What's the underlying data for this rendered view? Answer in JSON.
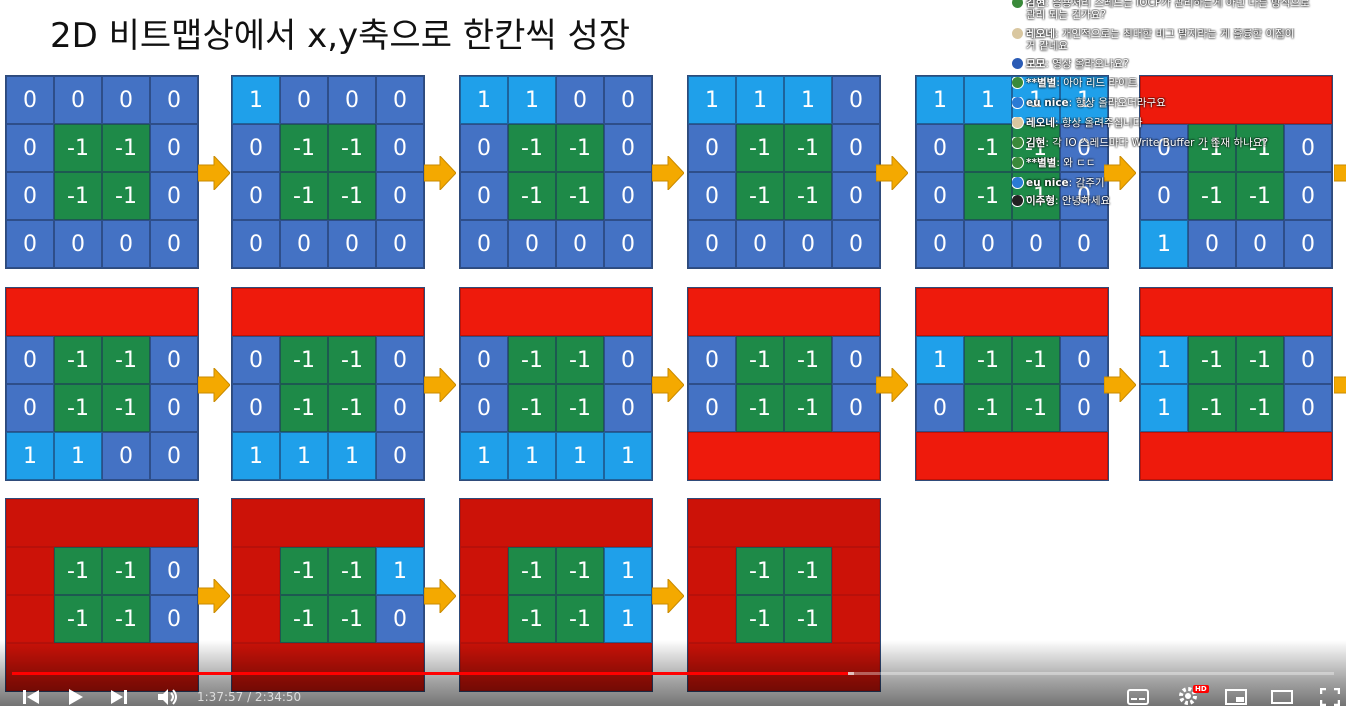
{
  "slide": {
    "title": "2D 비트맵상에서 x,y축으로 한칸씩 성장"
  },
  "colors": {
    "blue": "#4472c4",
    "light_blue": "#1fa0ea",
    "green": "#1e8a48",
    "red": "#ee1a0c",
    "arrow": "#f4a900"
  },
  "cell_legend": {
    "b": "blue cell",
    "l": "light-blue cell",
    "g": "green cell",
    "r": "red cell"
  },
  "steps": [
    {
      "rows": [
        [
          [
            "0",
            "b"
          ],
          [
            "0",
            "b"
          ],
          [
            "0",
            "b"
          ],
          [
            "0",
            "b"
          ]
        ],
        [
          [
            "0",
            "b"
          ],
          [
            "-1",
            "g"
          ],
          [
            "-1",
            "g"
          ],
          [
            "0",
            "b"
          ]
        ],
        [
          [
            "0",
            "b"
          ],
          [
            "-1",
            "g"
          ],
          [
            "-1",
            "g"
          ],
          [
            "0",
            "b"
          ]
        ],
        [
          [
            "0",
            "b"
          ],
          [
            "0",
            "b"
          ],
          [
            "0",
            "b"
          ],
          [
            "0",
            "b"
          ]
        ]
      ]
    },
    {
      "rows": [
        [
          [
            "1",
            "l"
          ],
          [
            "0",
            "b"
          ],
          [
            "0",
            "b"
          ],
          [
            "0",
            "b"
          ]
        ],
        [
          [
            "0",
            "b"
          ],
          [
            "-1",
            "g"
          ],
          [
            "-1",
            "g"
          ],
          [
            "0",
            "b"
          ]
        ],
        [
          [
            "0",
            "b"
          ],
          [
            "-1",
            "g"
          ],
          [
            "-1",
            "g"
          ],
          [
            "0",
            "b"
          ]
        ],
        [
          [
            "0",
            "b"
          ],
          [
            "0",
            "b"
          ],
          [
            "0",
            "b"
          ],
          [
            "0",
            "b"
          ]
        ]
      ]
    },
    {
      "rows": [
        [
          [
            "1",
            "l"
          ],
          [
            "1",
            "l"
          ],
          [
            "0",
            "b"
          ],
          [
            "0",
            "b"
          ]
        ],
        [
          [
            "0",
            "b"
          ],
          [
            "-1",
            "g"
          ],
          [
            "-1",
            "g"
          ],
          [
            "0",
            "b"
          ]
        ],
        [
          [
            "0",
            "b"
          ],
          [
            "-1",
            "g"
          ],
          [
            "-1",
            "g"
          ],
          [
            "0",
            "b"
          ]
        ],
        [
          [
            "0",
            "b"
          ],
          [
            "0",
            "b"
          ],
          [
            "0",
            "b"
          ],
          [
            "0",
            "b"
          ]
        ]
      ]
    },
    {
      "rows": [
        [
          [
            "1",
            "l"
          ],
          [
            "1",
            "l"
          ],
          [
            "1",
            "l"
          ],
          [
            "0",
            "b"
          ]
        ],
        [
          [
            "0",
            "b"
          ],
          [
            "-1",
            "g"
          ],
          [
            "-1",
            "g"
          ],
          [
            "0",
            "b"
          ]
        ],
        [
          [
            "0",
            "b"
          ],
          [
            "-1",
            "g"
          ],
          [
            "-1",
            "g"
          ],
          [
            "0",
            "b"
          ]
        ],
        [
          [
            "0",
            "b"
          ],
          [
            "0",
            "b"
          ],
          [
            "0",
            "b"
          ],
          [
            "0",
            "b"
          ]
        ]
      ]
    },
    {
      "rows": [
        [
          [
            "1",
            "l"
          ],
          [
            "1",
            "l"
          ],
          [
            "1",
            "l"
          ],
          [
            "1",
            "l"
          ]
        ],
        [
          [
            "0",
            "b"
          ],
          [
            "-1",
            "g"
          ],
          [
            "-1",
            "g"
          ],
          [
            "0",
            "b"
          ]
        ],
        [
          [
            "0",
            "b"
          ],
          [
            "-1",
            "g"
          ],
          [
            "-1",
            "g"
          ],
          [
            "0",
            "b"
          ]
        ],
        [
          [
            "0",
            "b"
          ],
          [
            "0",
            "b"
          ],
          [
            "0",
            "b"
          ],
          [
            "0",
            "b"
          ]
        ]
      ]
    },
    {
      "rows": [
        "RED",
        [
          [
            "0",
            "b"
          ],
          [
            "-1",
            "g"
          ],
          [
            "-1",
            "g"
          ],
          [
            "0",
            "b"
          ]
        ],
        [
          [
            "0",
            "b"
          ],
          [
            "-1",
            "g"
          ],
          [
            "-1",
            "g"
          ],
          [
            "0",
            "b"
          ]
        ],
        [
          [
            "1",
            "l"
          ],
          [
            "0",
            "b"
          ],
          [
            "0",
            "b"
          ],
          [
            "0",
            "b"
          ]
        ]
      ]
    },
    {
      "rows": [
        "RED",
        [
          [
            "0",
            "b"
          ],
          [
            "-1",
            "g"
          ],
          [
            "-1",
            "g"
          ],
          [
            "0",
            "b"
          ]
        ],
        [
          [
            "0",
            "b"
          ],
          [
            "-1",
            "g"
          ],
          [
            "-1",
            "g"
          ],
          [
            "0",
            "b"
          ]
        ],
        [
          [
            "1",
            "l"
          ],
          [
            "1",
            "l"
          ],
          [
            "0",
            "b"
          ],
          [
            "0",
            "b"
          ]
        ]
      ]
    },
    {
      "rows": [
        "RED",
        [
          [
            "0",
            "b"
          ],
          [
            "-1",
            "g"
          ],
          [
            "-1",
            "g"
          ],
          [
            "0",
            "b"
          ]
        ],
        [
          [
            "0",
            "b"
          ],
          [
            "-1",
            "g"
          ],
          [
            "-1",
            "g"
          ],
          [
            "0",
            "b"
          ]
        ],
        [
          [
            "1",
            "l"
          ],
          [
            "1",
            "l"
          ],
          [
            "1",
            "l"
          ],
          [
            "0",
            "b"
          ]
        ]
      ]
    },
    {
      "rows": [
        "RED",
        [
          [
            "0",
            "b"
          ],
          [
            "-1",
            "g"
          ],
          [
            "-1",
            "g"
          ],
          [
            "0",
            "b"
          ]
        ],
        [
          [
            "0",
            "b"
          ],
          [
            "-1",
            "g"
          ],
          [
            "-1",
            "g"
          ],
          [
            "0",
            "b"
          ]
        ],
        [
          [
            "1",
            "l"
          ],
          [
            "1",
            "l"
          ],
          [
            "1",
            "l"
          ],
          [
            "1",
            "l"
          ]
        ]
      ]
    },
    {
      "rows": [
        "RED",
        [
          [
            "0",
            "b"
          ],
          [
            "-1",
            "g"
          ],
          [
            "-1",
            "g"
          ],
          [
            "0",
            "b"
          ]
        ],
        [
          [
            "0",
            "b"
          ],
          [
            "-1",
            "g"
          ],
          [
            "-1",
            "g"
          ],
          [
            "0",
            "b"
          ]
        ],
        "RED"
      ]
    },
    {
      "rows": [
        "RED",
        [
          [
            "1",
            "l"
          ],
          [
            "-1",
            "g"
          ],
          [
            "-1",
            "g"
          ],
          [
            "0",
            "b"
          ]
        ],
        [
          [
            "0",
            "b"
          ],
          [
            "-1",
            "g"
          ],
          [
            "-1",
            "g"
          ],
          [
            "0",
            "b"
          ]
        ],
        "RED"
      ]
    },
    {
      "rows": [
        "RED",
        [
          [
            "1",
            "l"
          ],
          [
            "-1",
            "g"
          ],
          [
            "-1",
            "g"
          ],
          [
            "0",
            "b"
          ]
        ],
        [
          [
            "1",
            "l"
          ],
          [
            "-1",
            "g"
          ],
          [
            "-1",
            "g"
          ],
          [
            "0",
            "b"
          ]
        ],
        "RED"
      ]
    },
    {
      "rows": [
        "RED",
        [
          [
            "",
            "r"
          ],
          [
            "-1",
            "g"
          ],
          [
            "-1",
            "g"
          ],
          [
            "0",
            "b"
          ]
        ],
        [
          [
            "",
            "r"
          ],
          [
            "-1",
            "g"
          ],
          [
            "-1",
            "g"
          ],
          [
            "0",
            "b"
          ]
        ],
        "RED"
      ]
    },
    {
      "rows": [
        "RED",
        [
          [
            "",
            "r"
          ],
          [
            "-1",
            "g"
          ],
          [
            "-1",
            "g"
          ],
          [
            "1",
            "l"
          ]
        ],
        [
          [
            "",
            "r"
          ],
          [
            "-1",
            "g"
          ],
          [
            "-1",
            "g"
          ],
          [
            "0",
            "b"
          ]
        ],
        "RED"
      ]
    },
    {
      "rows": [
        "RED",
        [
          [
            "",
            "r"
          ],
          [
            "-1",
            "g"
          ],
          [
            "-1",
            "g"
          ],
          [
            "1",
            "l"
          ]
        ],
        [
          [
            "",
            "r"
          ],
          [
            "-1",
            "g"
          ],
          [
            "-1",
            "g"
          ],
          [
            "1",
            "l"
          ]
        ],
        "RED"
      ]
    },
    {
      "rows": [
        "RED",
        [
          [
            "",
            "r"
          ],
          [
            "-1",
            "g"
          ],
          [
            "-1",
            "g"
          ],
          [
            "",
            "r"
          ]
        ],
        [
          [
            "",
            "r"
          ],
          [
            "-1",
            "g"
          ],
          [
            "-1",
            "g"
          ],
          [
            "",
            "r"
          ]
        ],
        "RED"
      ]
    }
  ],
  "chat": [
    {
      "name": "김현",
      "message": "응용처리 스레드는 IOCP가 관리하는게 아닌 다른 방식으로",
      "avatar": "#3a8a3a"
    },
    {
      "name": "",
      "message": "관리 되는 건가요?",
      "avatar": ""
    },
    {
      "name": "레오네",
      "message": "개인적으로는 최대한 비그 발지라는 게 훌륭한 이점이",
      "avatar": "#d9c7a0"
    },
    {
      "name": "",
      "message": "거 같네요",
      "avatar": ""
    },
    {
      "name": "모모",
      "message": "영상 올라오나요?",
      "avatar": "#2a5bb5"
    },
    {
      "name": "**별별",
      "message": "아아 리드 라이트",
      "avatar": "#3a8a3a"
    },
    {
      "name": "eu nice",
      "message": "항상 올라오더라구요",
      "avatar": "#2a7ad5"
    },
    {
      "name": "레오네",
      "message": "항상 올려주십니다",
      "avatar": "#d9c7a0"
    },
    {
      "name": "김현",
      "message": "각 IO 스레드마다 Write Buffer 가 존재 하나요?",
      "avatar": "#3a8a3a"
    },
    {
      "name": "**별별",
      "message": "와 ㄷㄷ",
      "avatar": "#3a8a3a"
    },
    {
      "name": "eu nice",
      "message": "감주기",
      "avatar": "#2a7ad5"
    },
    {
      "name": "이주형",
      "message": "안녕하세요",
      "avatar": "#222222"
    }
  ],
  "player": {
    "current_time": "1:37:57",
    "duration": "2:34:50",
    "time_text": "1:37:57 / 2:34:50",
    "progress_fraction": 0.632,
    "hd_badge": "HD",
    "icons": [
      "skip-back-icon",
      "play-icon",
      "skip-next-icon",
      "volume-icon",
      "subtitles-icon",
      "settings-icon",
      "miniplayer-icon",
      "theater-icon",
      "fullscreen-icon"
    ]
  }
}
